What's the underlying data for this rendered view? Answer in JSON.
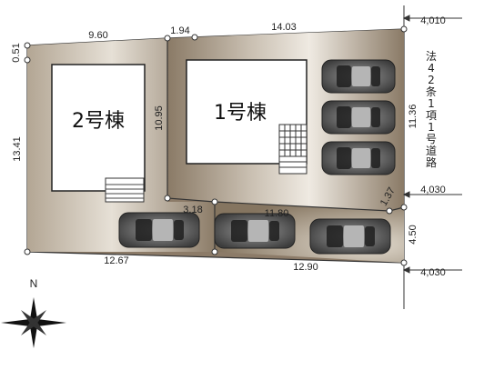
{
  "plot": {
    "building_2_label": "2号棟",
    "building_1_label": "1号棟",
    "road_label": "法42条1項1号道路",
    "north_label": "N"
  },
  "dimensions": {
    "lot2_top": "9.60",
    "lot1_top_short": "1.94",
    "lot1_top": "14.03",
    "road_width_top": "4,010",
    "left_top_corner": "0.51",
    "left_side": "13.41",
    "lot1_left": "10.95",
    "lot1_right": "11.36",
    "lot1_bottom_short": "3.18",
    "lot1_bottom": "11.80",
    "corner_cut": "1.37",
    "road_width_mid": "4,030",
    "right_lower": "4.50",
    "bottom_left": "12.67",
    "bottom_right": "12.90",
    "road_width_bottom": "4,030"
  },
  "colors": {
    "lot_fill": "#8c7b68",
    "driveway_light": "#e8e2d8",
    "building_fill": "#ffffff"
  },
  "cars": [
    {
      "id": "car-1",
      "orientation": "vertical"
    },
    {
      "id": "car-2",
      "orientation": "vertical"
    },
    {
      "id": "car-3",
      "orientation": "vertical"
    },
    {
      "id": "car-4",
      "orientation": "horizontal"
    },
    {
      "id": "car-5",
      "orientation": "horizontal"
    },
    {
      "id": "car-6",
      "orientation": "horizontal"
    }
  ]
}
